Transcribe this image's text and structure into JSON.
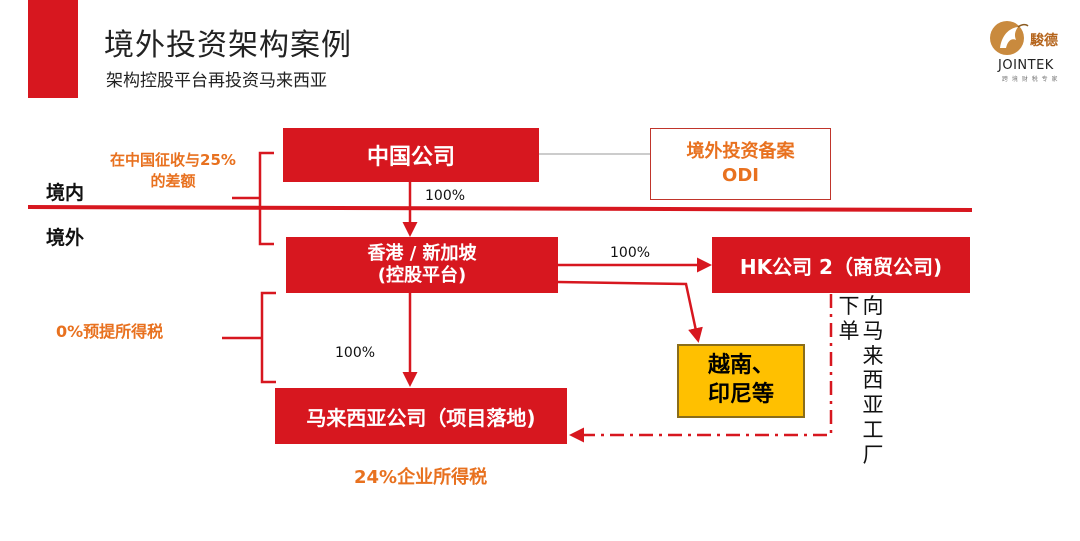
{
  "header": {
    "title": "境外投资架构案例",
    "subtitle": "架构控股平台再投资马来西亚"
  },
  "logo": {
    "cn": "駿德",
    "en": "JOINTEK",
    "tagline": "跨 境 财 税 专 家"
  },
  "regions": {
    "domestic": "境内",
    "overseas": "境外"
  },
  "boxes": {
    "china": "中国公司",
    "odi_line1": "境外投资备案",
    "odi_line2": "ODI",
    "hk_line1": "香港 / 新加坡",
    "hk_line2": "(控股平台)",
    "hk2": "HK公司 2（商贸公司)",
    "malaysia": "马来西亚公司（项目落地)",
    "vn_line1": "越南、",
    "vn_line2": "印尼等"
  },
  "labels": {
    "tax_diff": "在中国征收与25%的差额",
    "withholding": "0%预提所得税",
    "cit": "24%企业所得税",
    "order_to_factory": "向马来西亚工厂",
    "order": "下单"
  },
  "percentages": {
    "cn_to_hk": "100%",
    "hk_to_hk2": "100%",
    "hk_to_my": "100%"
  },
  "colors": {
    "accent_red": "#d7171f",
    "orange_text": "#e8711f",
    "yellow_box": "#ffc000"
  }
}
